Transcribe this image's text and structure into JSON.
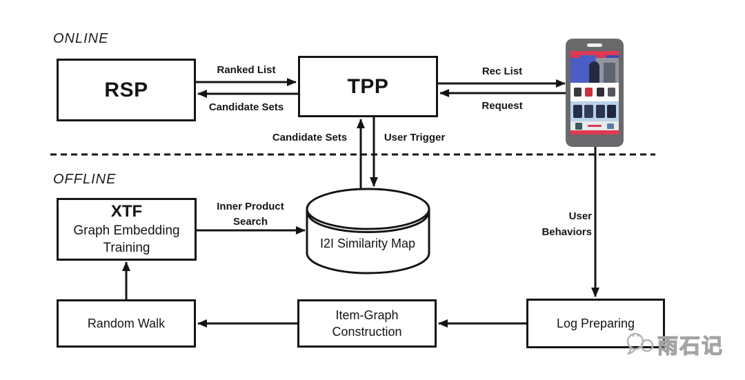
{
  "diagram": {
    "sections": {
      "online": "ONLINE",
      "offline": "OFFLINE"
    },
    "nodes": {
      "rsp": {
        "label": "RSP"
      },
      "tpp": {
        "label": "TPP"
      },
      "xtf": {
        "title": "XTF",
        "subtitle_line1": "Graph Embedding",
        "subtitle_line2": "Training"
      },
      "similarity_map": {
        "label": "I2I Similarity Map",
        "shape": "database-cylinder"
      },
      "random_walk": {
        "label": "Random Walk"
      },
      "item_graph": {
        "line1": "Item-Graph",
        "line2": "Construction"
      },
      "log_preparing": {
        "label": "Log Preparing"
      },
      "user_device": {
        "type": "smartphone-shopping-app-mockup"
      }
    },
    "edges": {
      "ranked_list": {
        "label": "Ranked List",
        "from": "RSP",
        "to": "TPP"
      },
      "candidate_sets_top": {
        "label": "Candidate Sets",
        "from": "TPP",
        "to": "RSP"
      },
      "rec_list": {
        "label": "Rec List",
        "from": "TPP",
        "to": "user_device"
      },
      "request": {
        "label": "Request",
        "from": "user_device",
        "to": "TPP"
      },
      "candidate_sets_mid": {
        "label": "Candidate Sets",
        "from": "similarity_map",
        "to": "TPP"
      },
      "user_trigger": {
        "label": "User Trigger",
        "from": "TPP",
        "to": "similarity_map"
      },
      "inner_product": {
        "label_line1": "Inner Product",
        "label_line2": "Search",
        "from": "xtf",
        "to": "similarity_map"
      },
      "walk_to_training": {
        "label": "",
        "from": "random_walk",
        "to": "xtf"
      },
      "graph_to_walk": {
        "label": "",
        "from": "item_graph",
        "to": "random_walk"
      },
      "log_to_graph": {
        "label": "",
        "from": "log_preparing",
        "to": "item_graph"
      },
      "user_behaviors": {
        "label_line1": "User",
        "label_line2": "Behaviors",
        "from": "user_device",
        "to": "log_preparing"
      }
    },
    "watermark": {
      "text": "雨石记"
    },
    "colors": {
      "stroke": "#141414",
      "background": "#ffffff",
      "phone_body": "#69696c",
      "phone_accent_red": "#e03a52",
      "phone_banner_blue": "#4a5ec5",
      "phone_row_blue": "#b9d3e8",
      "watermark_grey": "#a3a3a3"
    }
  }
}
